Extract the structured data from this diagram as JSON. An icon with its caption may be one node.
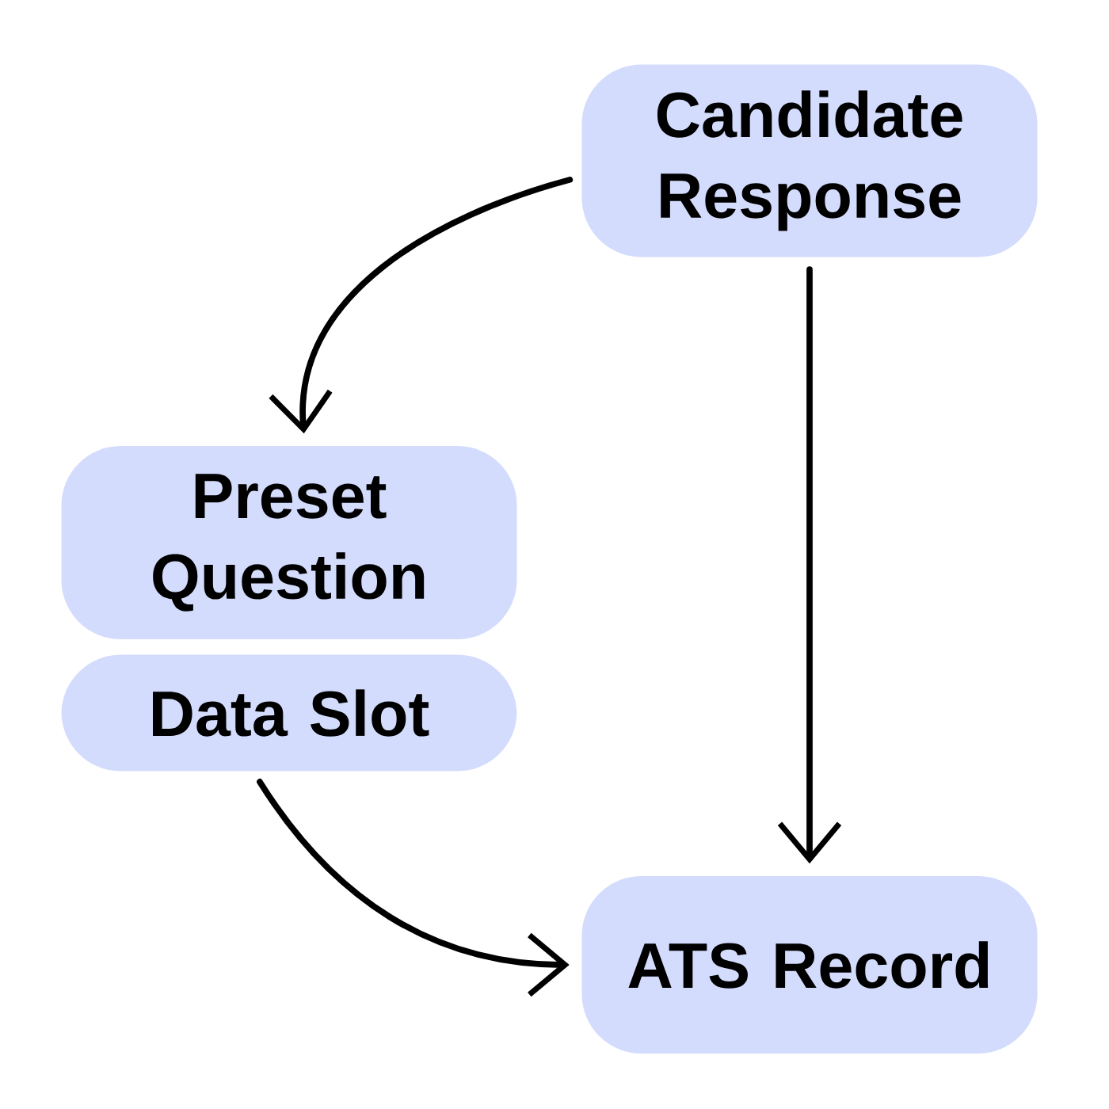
{
  "diagram": {
    "nodes": [
      {
        "text": [
          "Candidate Response"
        ]
      },
      {
        "text": [
          "Preset Question"
        ]
      },
      {
        "text": [
          "Data Slot"
        ]
      },
      {
        "text": [
          "ATS Record"
        ]
      }
    ],
    "edges": [
      {
        "from": 0,
        "to": 1,
        "arrow": "to"
      },
      {
        "from": 0,
        "to": 3,
        "arrow": "to"
      },
      {
        "from": 2,
        "to": 3,
        "arrow": "to"
      }
    ]
  }
}
